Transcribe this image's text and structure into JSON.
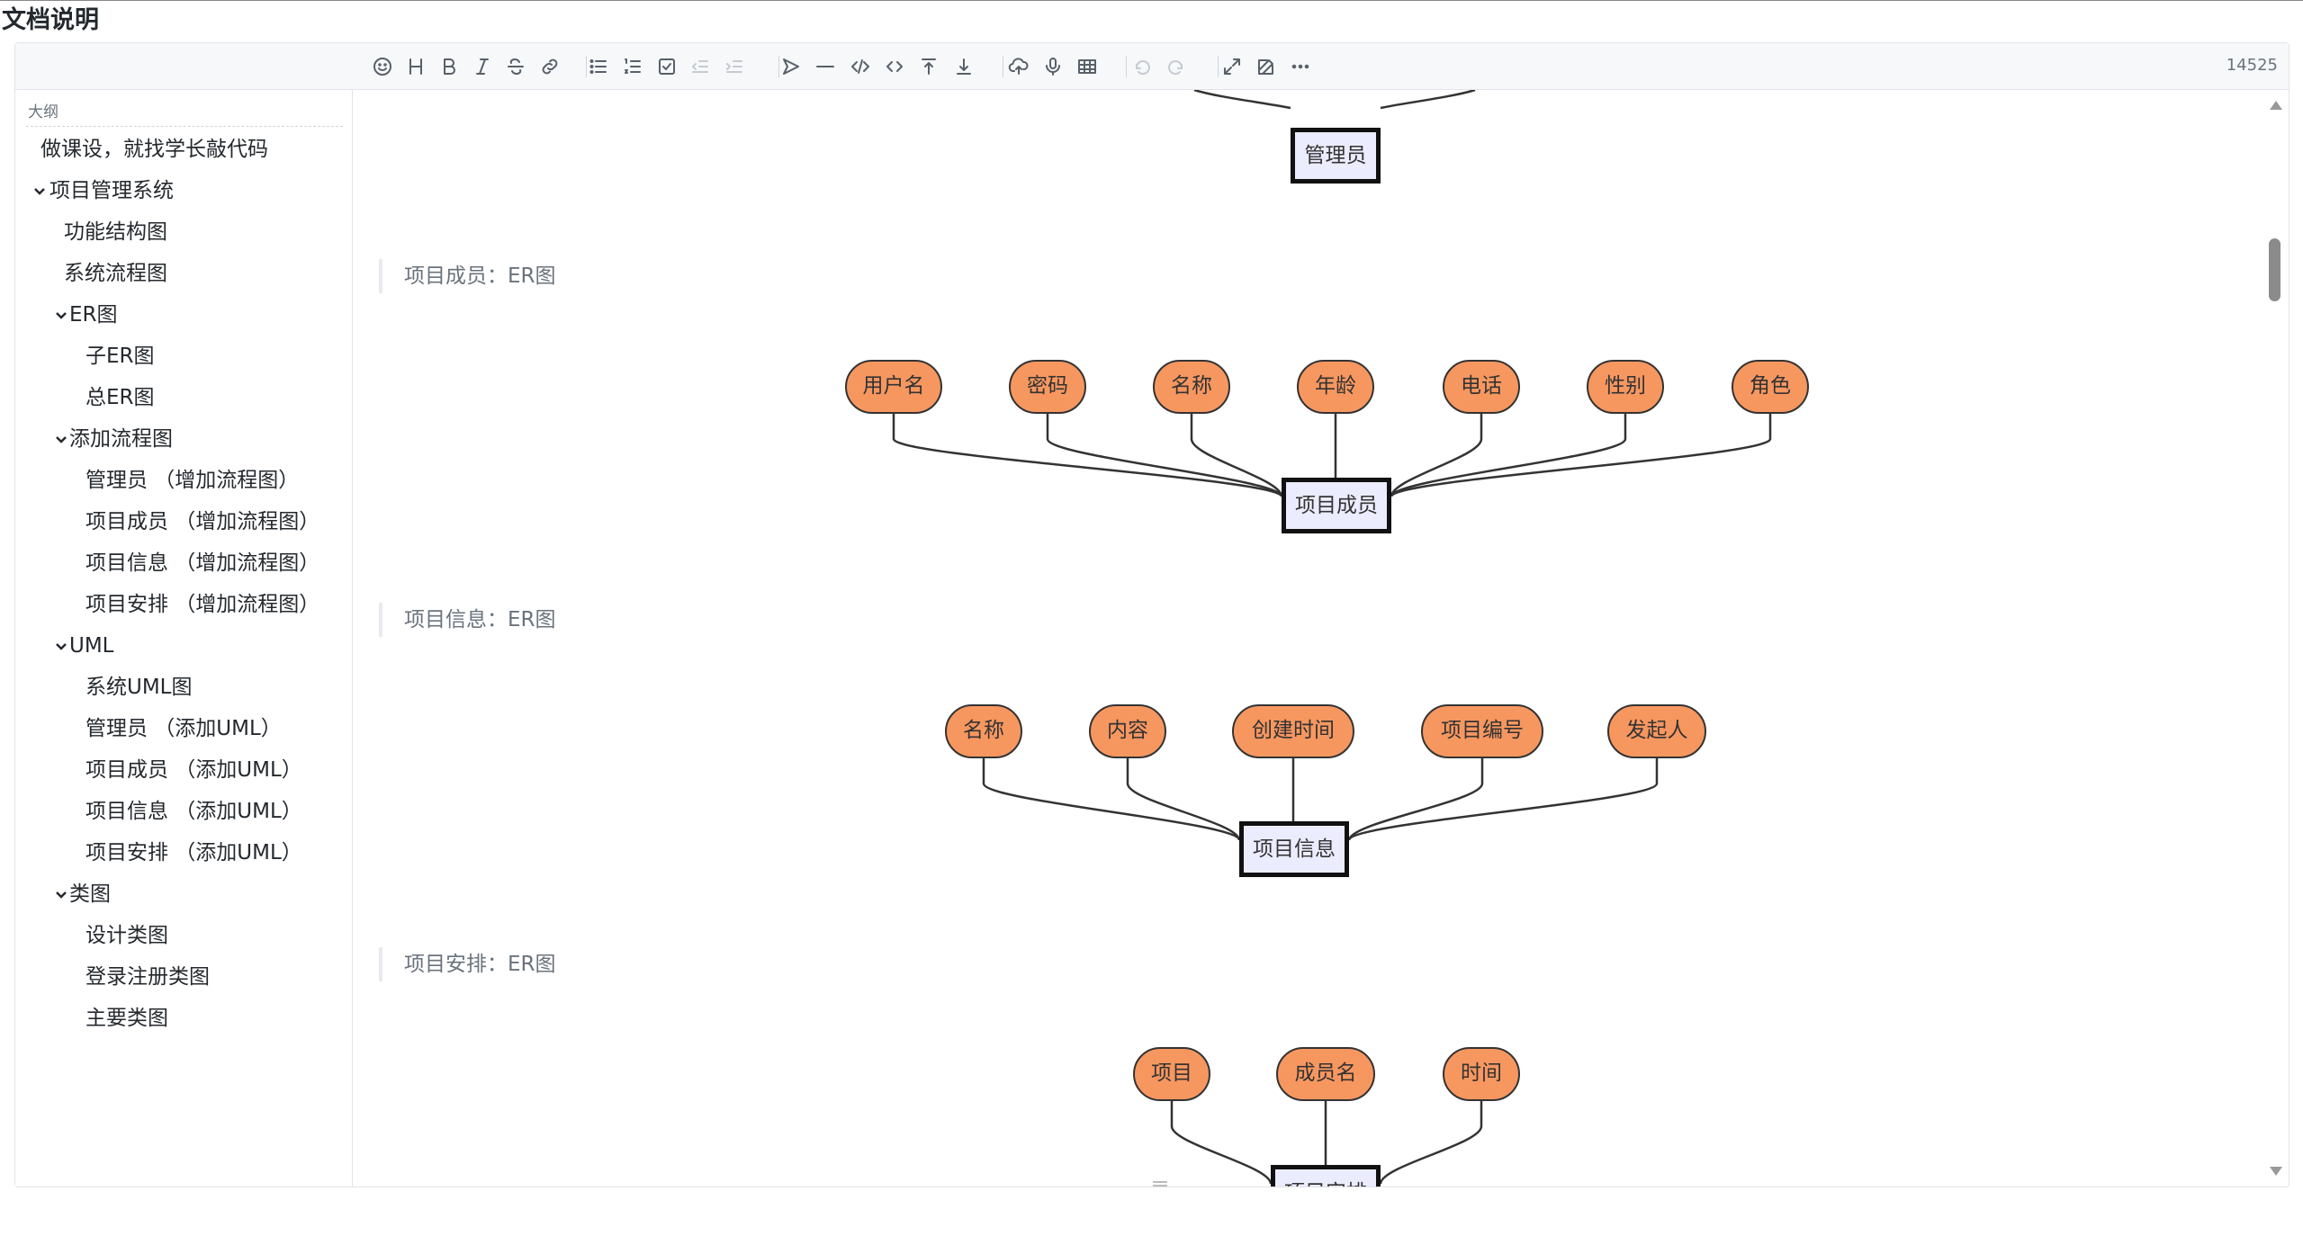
{
  "page": {
    "title": "文档说明"
  },
  "toolbar": {
    "buttons": [
      {
        "name": "emoji-icon"
      },
      {
        "name": "headings-icon"
      },
      {
        "name": "bold-icon"
      },
      {
        "name": "italic-icon"
      },
      {
        "name": "strike-icon"
      },
      {
        "name": "link-icon"
      },
      {
        "name": "bullet-list-icon"
      },
      {
        "name": "ordered-list-icon"
      },
      {
        "name": "check-list-icon"
      },
      {
        "name": "outdent-icon"
      },
      {
        "name": "indent-icon"
      },
      {
        "name": "quote-icon"
      },
      {
        "name": "line-icon"
      },
      {
        "name": "code-icon"
      },
      {
        "name": "inline-code-icon"
      },
      {
        "name": "insert-before-icon"
      },
      {
        "name": "insert-after-icon"
      },
      {
        "name": "upload-icon"
      },
      {
        "name": "record-icon"
      },
      {
        "name": "table-icon"
      },
      {
        "name": "undo-icon"
      },
      {
        "name": "redo-icon"
      },
      {
        "name": "fullscreen-icon"
      },
      {
        "name": "edit-mode-icon"
      },
      {
        "name": "more-icon"
      }
    ],
    "counter": "14525"
  },
  "outline": {
    "title": "大纲",
    "items": [
      {
        "label": "做课设，就找学长敲代码",
        "level": 0,
        "caret": false
      },
      {
        "label": "项目管理系统",
        "level": 0,
        "caret": true
      },
      {
        "label": "功能结构图",
        "level": 1,
        "caret": false
      },
      {
        "label": "系统流程图",
        "level": 1,
        "caret": false
      },
      {
        "label": "ER图",
        "level": 1,
        "caret": true
      },
      {
        "label": "子ER图",
        "level": 2,
        "caret": false
      },
      {
        "label": "总ER图",
        "level": 2,
        "caret": false
      },
      {
        "label": "添加流程图",
        "level": 1,
        "caret": true
      },
      {
        "label": "管理员 （增加流程图）",
        "level": 2,
        "caret": false
      },
      {
        "label": "项目成员 （增加流程图）",
        "level": 2,
        "caret": false
      },
      {
        "label": "项目信息 （增加流程图）",
        "level": 2,
        "caret": false
      },
      {
        "label": "项目安排 （增加流程图）",
        "level": 2,
        "caret": false
      },
      {
        "label": "UML",
        "level": 1,
        "caret": true
      },
      {
        "label": "系统UML图",
        "level": 2,
        "caret": false
      },
      {
        "label": "管理员 （添加UML）",
        "level": 2,
        "caret": false
      },
      {
        "label": "项目成员 （添加UML）",
        "level": 2,
        "caret": false
      },
      {
        "label": "项目信息 （添加UML）",
        "level": 2,
        "caret": false
      },
      {
        "label": "项目安排 （添加UML）",
        "level": 2,
        "caret": false
      },
      {
        "label": "类图",
        "level": 1,
        "caret": true
      },
      {
        "label": "设计类图",
        "level": 2,
        "caret": false
      },
      {
        "label": "登录注册类图",
        "level": 2,
        "caret": false
      },
      {
        "label": "主要类图",
        "level": 2,
        "caret": false
      }
    ]
  },
  "content": {
    "partial_entity": "管理员",
    "diagrams": [
      {
        "heading": "项目成员：ER图",
        "entity": "项目成员",
        "attributes": [
          "用户名",
          "密码",
          "名称",
          "年龄",
          "电话",
          "性别",
          "角色"
        ]
      },
      {
        "heading": "项目信息：ER图",
        "entity": "项目信息",
        "attributes": [
          "名称",
          "内容",
          "创建时间",
          "项目编号",
          "发起人"
        ]
      },
      {
        "heading": "项目安排：ER图",
        "entity": "项目安排",
        "attributes": [
          "项目",
          "成员名",
          "时间"
        ]
      }
    ]
  },
  "colors": {
    "attribute_fill": "#f79760",
    "entity_fill": "#ececff",
    "heading_text": "#6a737d"
  }
}
